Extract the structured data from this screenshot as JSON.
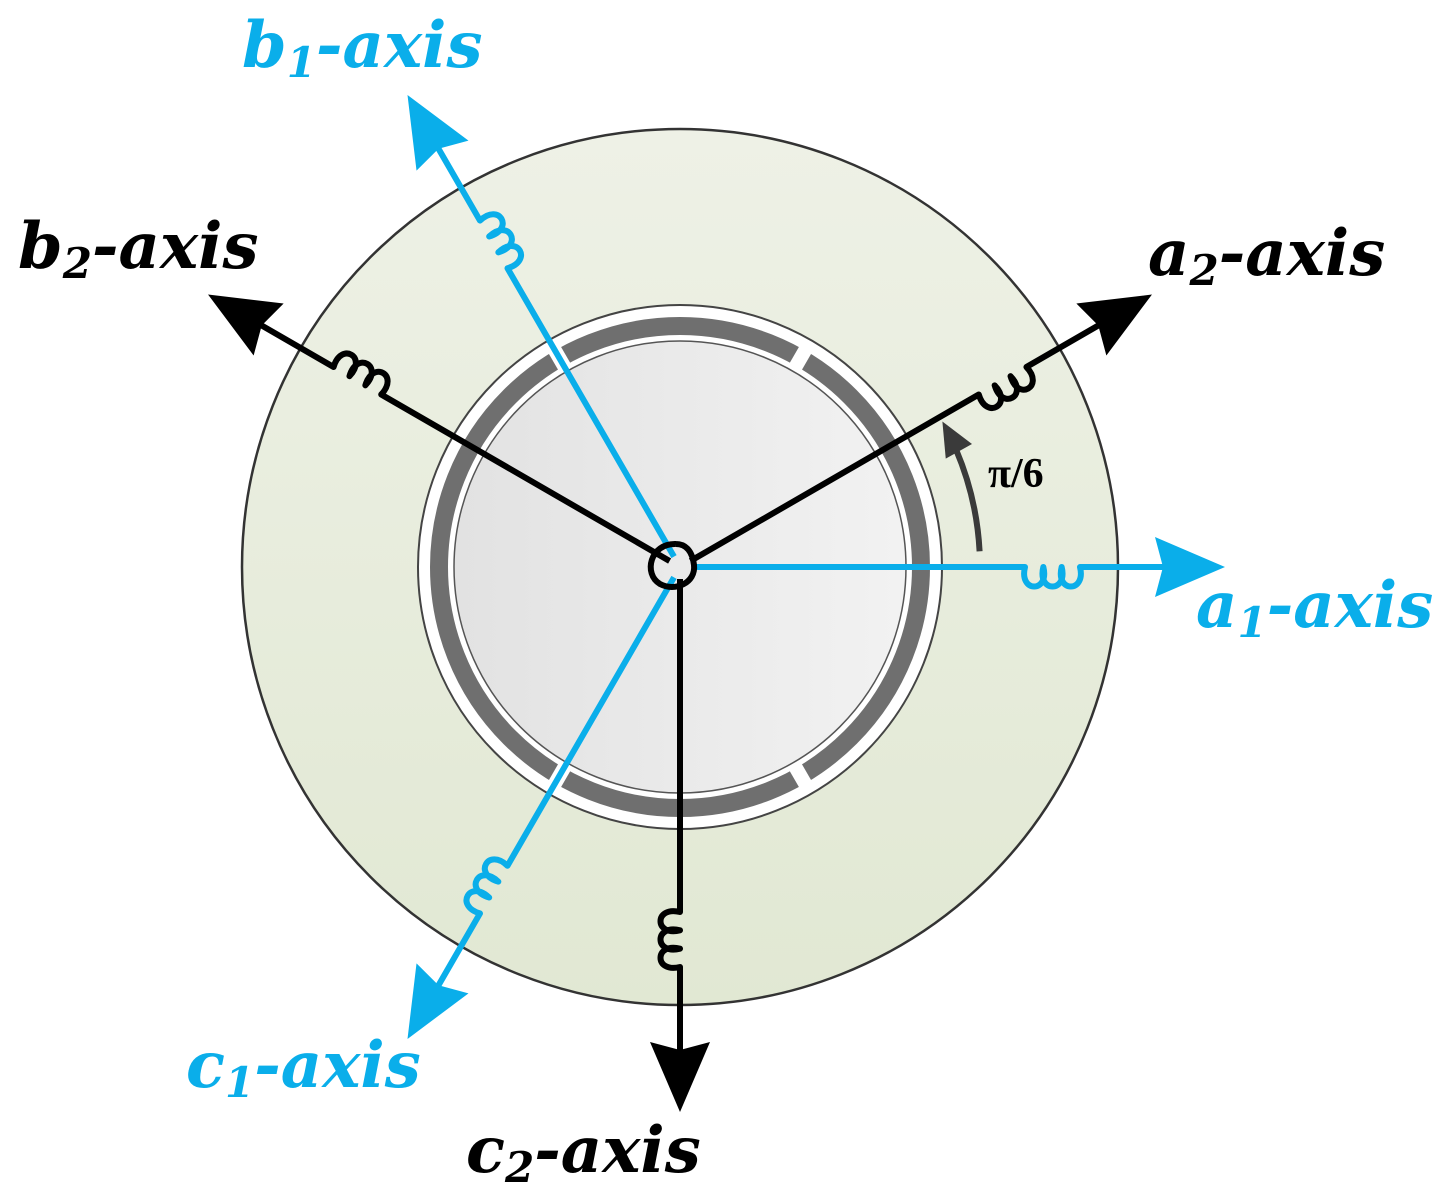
{
  "colors": {
    "set1": "#0aaeea",
    "set2": "#000000",
    "stator_fill_top": "#eef1e6",
    "stator_fill_bottom": "#e1e8d3",
    "stator_outline": "#333333",
    "rotor_fill": "#e9e9e9",
    "magnet_fill": "#6f6f6f",
    "angle_arrow": "#3a3a3a"
  },
  "labels": {
    "a1": {
      "letter": "a",
      "sub": "1",
      "suffix": "-axis"
    },
    "b1": {
      "letter": "b",
      "sub": "1",
      "suffix": "-axis"
    },
    "c1": {
      "letter": "c",
      "sub": "1",
      "suffix": "-axis"
    },
    "a2": {
      "letter": "a",
      "sub": "2",
      "suffix": "-axis"
    },
    "b2": {
      "letter": "b",
      "sub": "2",
      "suffix": "-axis"
    },
    "c2": {
      "letter": "c",
      "sub": "2",
      "suffix": "-axis"
    }
  },
  "angle": {
    "text": "π/6"
  },
  "winding_sets": [
    {
      "id": "set1",
      "color_key": "set1",
      "axes": [
        {
          "id": "a1",
          "angle_deg": 0
        },
        {
          "id": "b1",
          "angle_deg": 120
        },
        {
          "id": "c1",
          "angle_deg": 240
        }
      ]
    },
    {
      "id": "set2",
      "color_key": "set2",
      "axes": [
        {
          "id": "a2",
          "angle_deg": 30
        },
        {
          "id": "b2",
          "angle_deg": 150
        },
        {
          "id": "c2",
          "angle_deg": 270
        }
      ]
    }
  ]
}
